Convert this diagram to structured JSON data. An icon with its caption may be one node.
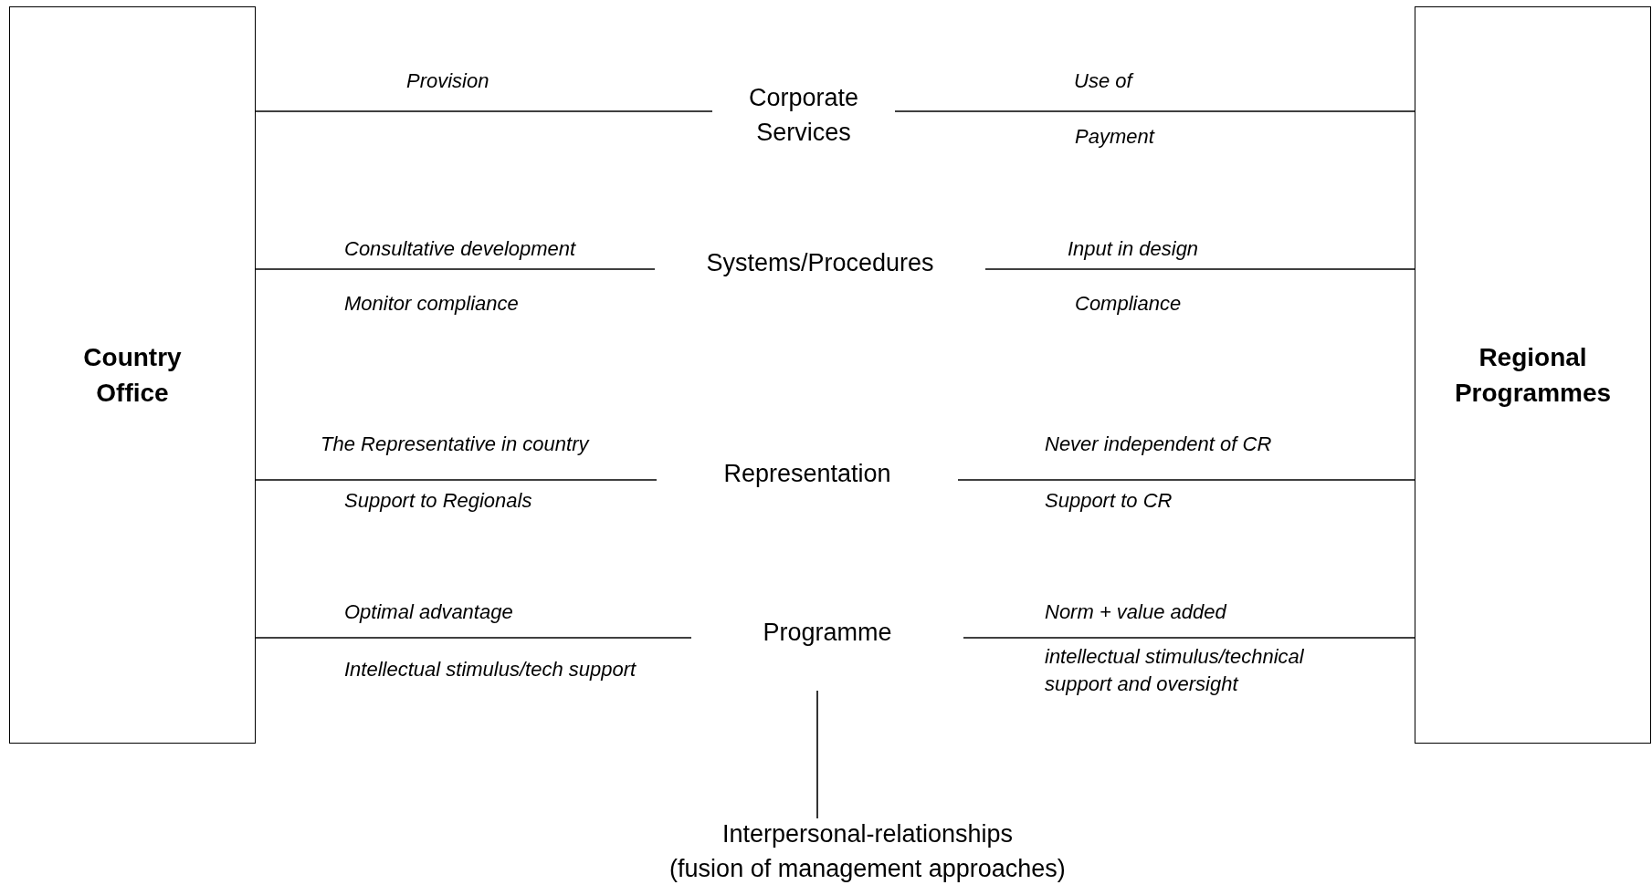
{
  "diagram": {
    "nodes": [
      {
        "text": [
          "Country Office"
        ]
      },
      {
        "text": [
          "Regional Programmes"
        ]
      },
      {
        "text": [
          "Corporate Services"
        ]
      },
      {
        "text": [
          "Systems/Procedures"
        ]
      },
      {
        "text": [
          "Representation"
        ]
      },
      {
        "text": [
          "Programme"
        ]
      },
      {
        "text": [
          "Interpersonal-relationships",
          "(fusion of management approaches)"
        ]
      }
    ],
    "edges": [
      {
        "from": 0,
        "to": 2,
        "arrow": "none"
      },
      {
        "from": 2,
        "to": 1,
        "arrow": "none"
      },
      {
        "from": 0,
        "to": 3,
        "arrow": "none"
      },
      {
        "from": 3,
        "to": 1,
        "arrow": "none"
      },
      {
        "from": 0,
        "to": 4,
        "arrow": "none"
      },
      {
        "from": 4,
        "to": 1,
        "arrow": "none"
      },
      {
        "from": 0,
        "to": 5,
        "arrow": "none"
      },
      {
        "from": 5,
        "to": 1,
        "arrow": "none"
      },
      {
        "from": 5,
        "to": 6,
        "arrow": "none"
      }
    ],
    "labels": [
      "Provision",
      "Use of",
      "Payment",
      "Consultative development",
      "Input in design",
      "Monitor compliance",
      "Compliance",
      "The Representative in country",
      "Never independent of CR",
      "Support to Regionals",
      "Support to CR",
      "Optimal advantage",
      "Norm + value added",
      "Intellectual stimulus/tech support",
      "intellectual stimulus/technical support and oversight"
    ]
  }
}
